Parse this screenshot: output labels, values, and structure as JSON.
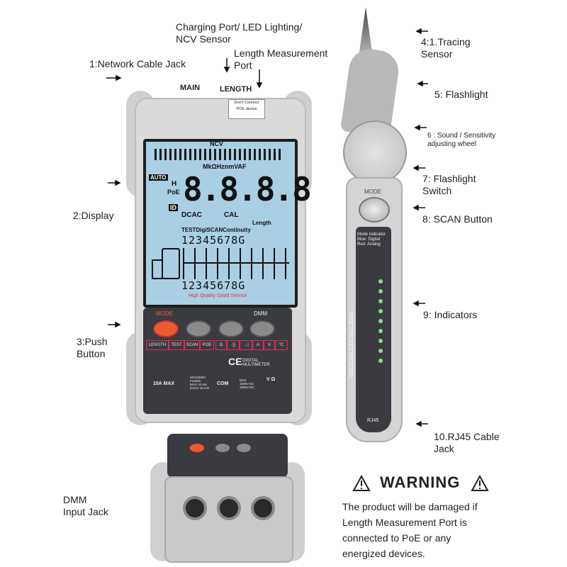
{
  "labels": {
    "charging_port": "Charging Port/ LED Lighting/\nNCV Sensor",
    "length_port": "Length Measurement\nPort",
    "network_jack": "1:Network Cable Jack",
    "display": "2:Display",
    "push_button": "3:Push\nButton",
    "tracing_sensor": "4:1.Tracing\nSensor",
    "flashlight": "5: Flashlight",
    "sound_wheel": "6 : Sound / Sensitivity\nadjusting wheel",
    "flashlight_switch": "7: Flashlight\nSwitch",
    "scan_button": "8: SCAN Button",
    "indicators": "9: Indicators",
    "rj45_jack": "10.RJ45 Cable\nJack",
    "dmm_jack": "DMM\nInput Jack"
  },
  "device": {
    "main_label": "MAIN",
    "length_label": "LENGTH",
    "sticker": "Don't Connect\nPOE device",
    "lcd": {
      "ncv": "NCV",
      "units": "MkΩHznmVAF",
      "auto": "AUTO",
      "digits": "8.8.8.8",
      "h": "H",
      "poe": "PoE",
      "id": "ID",
      "dcac": "DCAC",
      "cal": "CAL",
      "length": "Length",
      "modes": "TESTDigiSCANContinuity",
      "row_top": "12345678G",
      "row_bottom": "12345678G",
      "slogan": "High Quality Good Service"
    },
    "buttons": {
      "mode": "MODE",
      "dmm": "DMM"
    },
    "functions": [
      "LENGTH",
      "TEST",
      "SCAN",
      "POE",
      "Ω",
      "·))",
      "→|",
      "A",
      "V",
      "°C"
    ],
    "ce": "CE",
    "digital_multimeter": "DIGITAL\nMULTIMETER",
    "jack_10a": "10A MAX",
    "jack_10a_note": "10A/1000V\nFUSED\nMAX 10 sec\nEACH 15 min",
    "jack_com": "COM",
    "jack_v": "V Ω",
    "jack_v_note": "MAX\n1000V AC\n1000V DC"
  },
  "probe": {
    "mode_label": "MODE",
    "indicator_text": "Mode Indicator\nBlue: Digital\nRed: Analog",
    "brand": "WIRE TRACKER RECEIVER",
    "rj45": "RJ45",
    "leds": [
      "1",
      "2",
      "3",
      "4",
      "5",
      "6",
      "7",
      "8",
      "G"
    ]
  },
  "warning": {
    "title": "WARNING",
    "body": "The product will be damaged if\nLength Measurement Port is\nconnected to PoE or any\nenergized devices."
  },
  "colors": {
    "accent_red": "#f05a2a",
    "lcd": "#a9cfe2",
    "panel": "#3a3b40",
    "body": "#dadada"
  }
}
